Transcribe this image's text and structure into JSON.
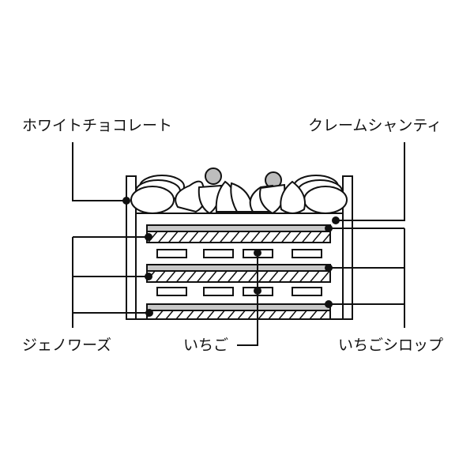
{
  "labels": {
    "white_chocolate": "ホワイトチョコレート",
    "creme_chantilly": "クレームシャンティ",
    "genoise": "ジェノワーズ",
    "strawberry": "いちご",
    "strawberry_syrup": "いちごシロップ"
  },
  "colors": {
    "line": "#111111",
    "syrup": "#c8c8c8",
    "cream_ball": "#bdbdbd"
  }
}
